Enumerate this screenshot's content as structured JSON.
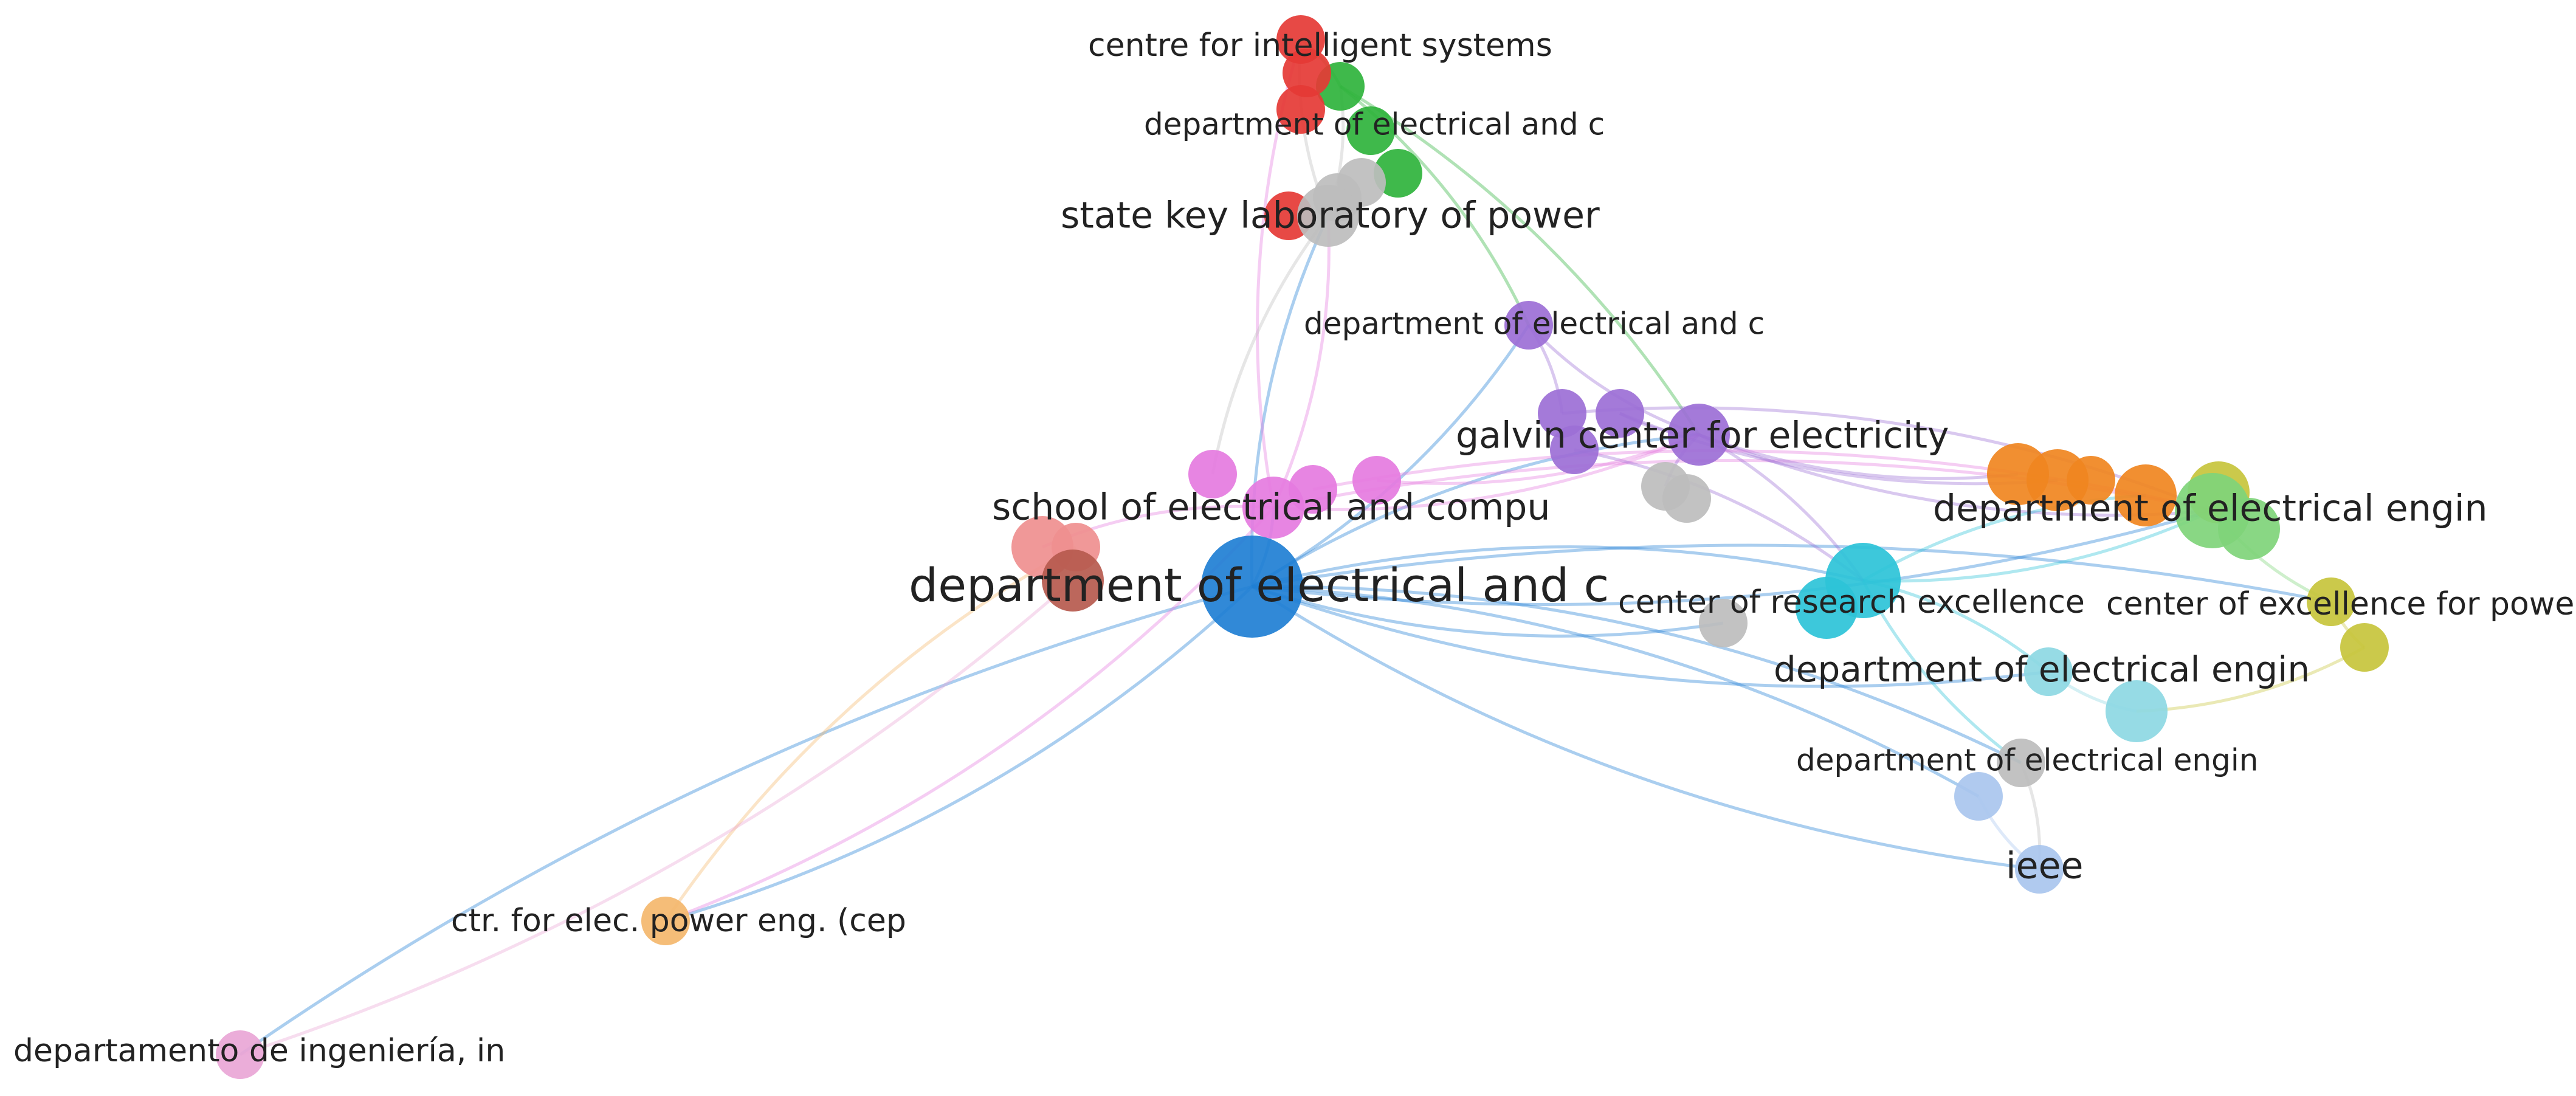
{
  "view": "co-authorship network of organizations",
  "clusters": {
    "red": "#e53935",
    "green": "#2fb33c",
    "grey": "#bdbdbd",
    "purple": "#9c6fd6",
    "pink": "#e57be0",
    "salmon": "#ef8f8f",
    "blue": "#1f7fd4",
    "orange": "#f0861f",
    "olive": "#c7c43c",
    "lightgreen": "#7fd47a",
    "cyan": "#2cc3d8",
    "lightcyan": "#8dd8e3",
    "lightblue": "#a9c6ee",
    "peach": "#f4b76c",
    "rose": "#e9a6d6",
    "brown": "#b65a4e"
  },
  "nodes": [
    {
      "id": "centre-intelligent-systems",
      "label": "centre for intelligent systems",
      "cluster": "red",
      "weight": 2
    },
    {
      "id": "dept-ece-1",
      "label": "department of electrical and c",
      "cluster": "green",
      "weight": 2
    },
    {
      "id": "state-key-lab",
      "label": "state key laboratory of power",
      "cluster": "grey",
      "weight": 3
    },
    {
      "id": "dept-ece-2",
      "label": "department of electrical and c",
      "cluster": "purple",
      "weight": 2
    },
    {
      "id": "galvin-center",
      "label": "galvin center for electricity",
      "cluster": "purple",
      "weight": 3
    },
    {
      "id": "school-ece",
      "label": "school of electrical and compu",
      "cluster": "pink",
      "weight": 3
    },
    {
      "id": "dept-ece-main",
      "label": "department of electrical and c",
      "cluster": "blue",
      "weight": 6
    },
    {
      "id": "dept-ee-1",
      "label": "department of electrical engin",
      "cluster": "lightgreen",
      "weight": 4
    },
    {
      "id": "center-research-excellence",
      "label": "center of research excellence",
      "cluster": "cyan",
      "weight": 4
    },
    {
      "id": "center-excellence-power",
      "label": "center of excellence for power",
      "cluster": "olive",
      "weight": 2
    },
    {
      "id": "dept-ee-2",
      "label": "department of electrical engin",
      "cluster": "lightcyan",
      "weight": 2
    },
    {
      "id": "dept-ee-3",
      "label": "department of electrical engin",
      "cluster": "grey",
      "weight": 2
    },
    {
      "id": "ieee",
      "label": "ieee",
      "cluster": "lightblue",
      "weight": 2
    },
    {
      "id": "ctr-elec-power",
      "label": "ctr. for elec. power eng. (cep",
      "cluster": "peach",
      "weight": 2
    },
    {
      "id": "departamento-ingenieria",
      "label": "departamento de ingeniería, in",
      "cluster": "rose",
      "weight": 2
    },
    {
      "id": "n-red-2",
      "label": "",
      "cluster": "red",
      "weight": 2
    },
    {
      "id": "n-red-3",
      "label": "",
      "cluster": "red",
      "weight": 2
    },
    {
      "id": "n-red-4",
      "label": "",
      "cluster": "red",
      "weight": 2
    },
    {
      "id": "n-green-2",
      "label": "",
      "cluster": "green",
      "weight": 2
    },
    {
      "id": "n-green-3",
      "label": "",
      "cluster": "green",
      "weight": 2
    },
    {
      "id": "n-grey-2",
      "label": "",
      "cluster": "grey",
      "weight": 2
    },
    {
      "id": "n-grey-3",
      "label": "",
      "cluster": "grey",
      "weight": 2
    },
    {
      "id": "n-grey-4",
      "label": "",
      "cluster": "grey",
      "weight": 2
    },
    {
      "id": "n-grey-5",
      "label": "",
      "cluster": "grey",
      "weight": 2
    },
    {
      "id": "n-grey-6",
      "label": "",
      "cluster": "grey",
      "weight": 2
    },
    {
      "id": "n-purple-2",
      "label": "",
      "cluster": "purple",
      "weight": 2
    },
    {
      "id": "n-purple-3",
      "label": "",
      "cluster": "purple",
      "weight": 2
    },
    {
      "id": "n-purple-4",
      "label": "",
      "cluster": "purple",
      "weight": 2
    },
    {
      "id": "n-pink-2",
      "label": "",
      "cluster": "pink",
      "weight": 2
    },
    {
      "id": "n-pink-3",
      "label": "",
      "cluster": "pink",
      "weight": 2
    },
    {
      "id": "n-pink-4",
      "label": "",
      "cluster": "pink",
      "weight": 2
    },
    {
      "id": "n-salmon-1",
      "label": "",
      "cluster": "salmon",
      "weight": 3
    },
    {
      "id": "n-salmon-2",
      "label": "",
      "cluster": "salmon",
      "weight": 2
    },
    {
      "id": "n-brown-1",
      "label": "",
      "cluster": "brown",
      "weight": 3
    },
    {
      "id": "n-orange-1",
      "label": "",
      "cluster": "orange",
      "weight": 3
    },
    {
      "id": "n-orange-2",
      "label": "",
      "cluster": "orange",
      "weight": 3
    },
    {
      "id": "n-orange-3",
      "label": "",
      "cluster": "orange",
      "weight": 2
    },
    {
      "id": "n-orange-4",
      "label": "",
      "cluster": "orange",
      "weight": 3
    },
    {
      "id": "n-olive-2",
      "label": "",
      "cluster": "olive",
      "weight": 3
    },
    {
      "id": "n-olive-3",
      "label": "",
      "cluster": "olive",
      "weight": 2
    },
    {
      "id": "n-cyan-2",
      "label": "",
      "cluster": "cyan",
      "weight": 3
    },
    {
      "id": "n-lightcyan-2",
      "label": "",
      "cluster": "lightcyan",
      "weight": 3
    },
    {
      "id": "n-lightblue-2",
      "label": "",
      "cluster": "lightblue",
      "weight": 2
    },
    {
      "id": "n-lightgreen-2",
      "label": "",
      "cluster": "lightgreen",
      "weight": 3
    }
  ],
  "edges": [
    [
      "dept-ece-main",
      "school-ece"
    ],
    [
      "dept-ece-main",
      "galvin-center"
    ],
    [
      "dept-ece-main",
      "dept-ee-1"
    ],
    [
      "dept-ece-main",
      "center-research-excellence"
    ],
    [
      "dept-ece-main",
      "dept-ee-2"
    ],
    [
      "dept-ece-main",
      "dept-ee-3"
    ],
    [
      "dept-ece-main",
      "ieee"
    ],
    [
      "dept-ece-main",
      "ctr-elec-power"
    ],
    [
      "dept-ece-main",
      "departamento-ingenieria"
    ],
    [
      "dept-ece-main",
      "state-key-lab"
    ],
    [
      "dept-ece-main",
      "dept-ece-2"
    ],
    [
      "dept-ece-main",
      "n-lightblue-2"
    ],
    [
      "dept-ece-main",
      "n-grey-6"
    ],
    [
      "dept-ece-main",
      "center-excellence-power"
    ],
    [
      "school-ece",
      "galvin-center"
    ],
    [
      "school-ece",
      "centre-intelligent-systems"
    ],
    [
      "school-ece",
      "state-key-lab"
    ],
    [
      "school-ece",
      "dept-ee-1"
    ],
    [
      "school-ece",
      "n-salmon-1"
    ],
    [
      "school-ece",
      "ctr-elec-power"
    ],
    [
      "state-key-lab",
      "dept-ece-1"
    ],
    [
      "state-key-lab",
      "centre-intelligent-systems"
    ],
    [
      "state-key-lab",
      "n-pink-2"
    ],
    [
      "dept-ece-1",
      "dept-ece-2"
    ],
    [
      "dept-ece-1",
      "centre-intelligent-systems"
    ],
    [
      "dept-ece-1",
      "galvin-center"
    ],
    [
      "dept-ece-2",
      "galvin-center"
    ],
    [
      "dept-ece-2",
      "n-purple-2"
    ],
    [
      "galvin-center",
      "dept-ee-1"
    ],
    [
      "galvin-center",
      "center-research-excellence"
    ],
    [
      "galvin-center",
      "n-orange-1"
    ],
    [
      "galvin-center",
      "n-purple-3"
    ],
    [
      "galvin-center",
      "n-grey-4"
    ],
    [
      "n-purple-2",
      "dept-ee-1"
    ],
    [
      "n-purple-3",
      "n-orange-2"
    ],
    [
      "n-purple-4",
      "center-research-excellence"
    ],
    [
      "center-research-excellence",
      "dept-ee-1"
    ],
    [
      "center-research-excellence",
      "dept-ee-2"
    ],
    [
      "center-research-excellence",
      "dept-ee-3"
    ],
    [
      "center-research-excellence",
      "n-orange-4"
    ],
    [
      "dept-ee-1",
      "center-excellence-power"
    ],
    [
      "dept-ee-1",
      "n-olive-2"
    ],
    [
      "center-excellence-power",
      "n-olive-3"
    ],
    [
      "n-olive-3",
      "n-lightcyan-2"
    ],
    [
      "dept-ee-2",
      "n-lightcyan-2"
    ],
    [
      "dept-ee-3",
      "ieee"
    ],
    [
      "n-lightblue-2",
      "ieee"
    ],
    [
      "ctr-elec-power",
      "n-salmon-2"
    ],
    [
      "departamento-ingenieria",
      "n-brown-1"
    ],
    [
      "n-pink-3",
      "dept-ee-1"
    ],
    [
      "n-pink-4",
      "galvin-center"
    ]
  ]
}
